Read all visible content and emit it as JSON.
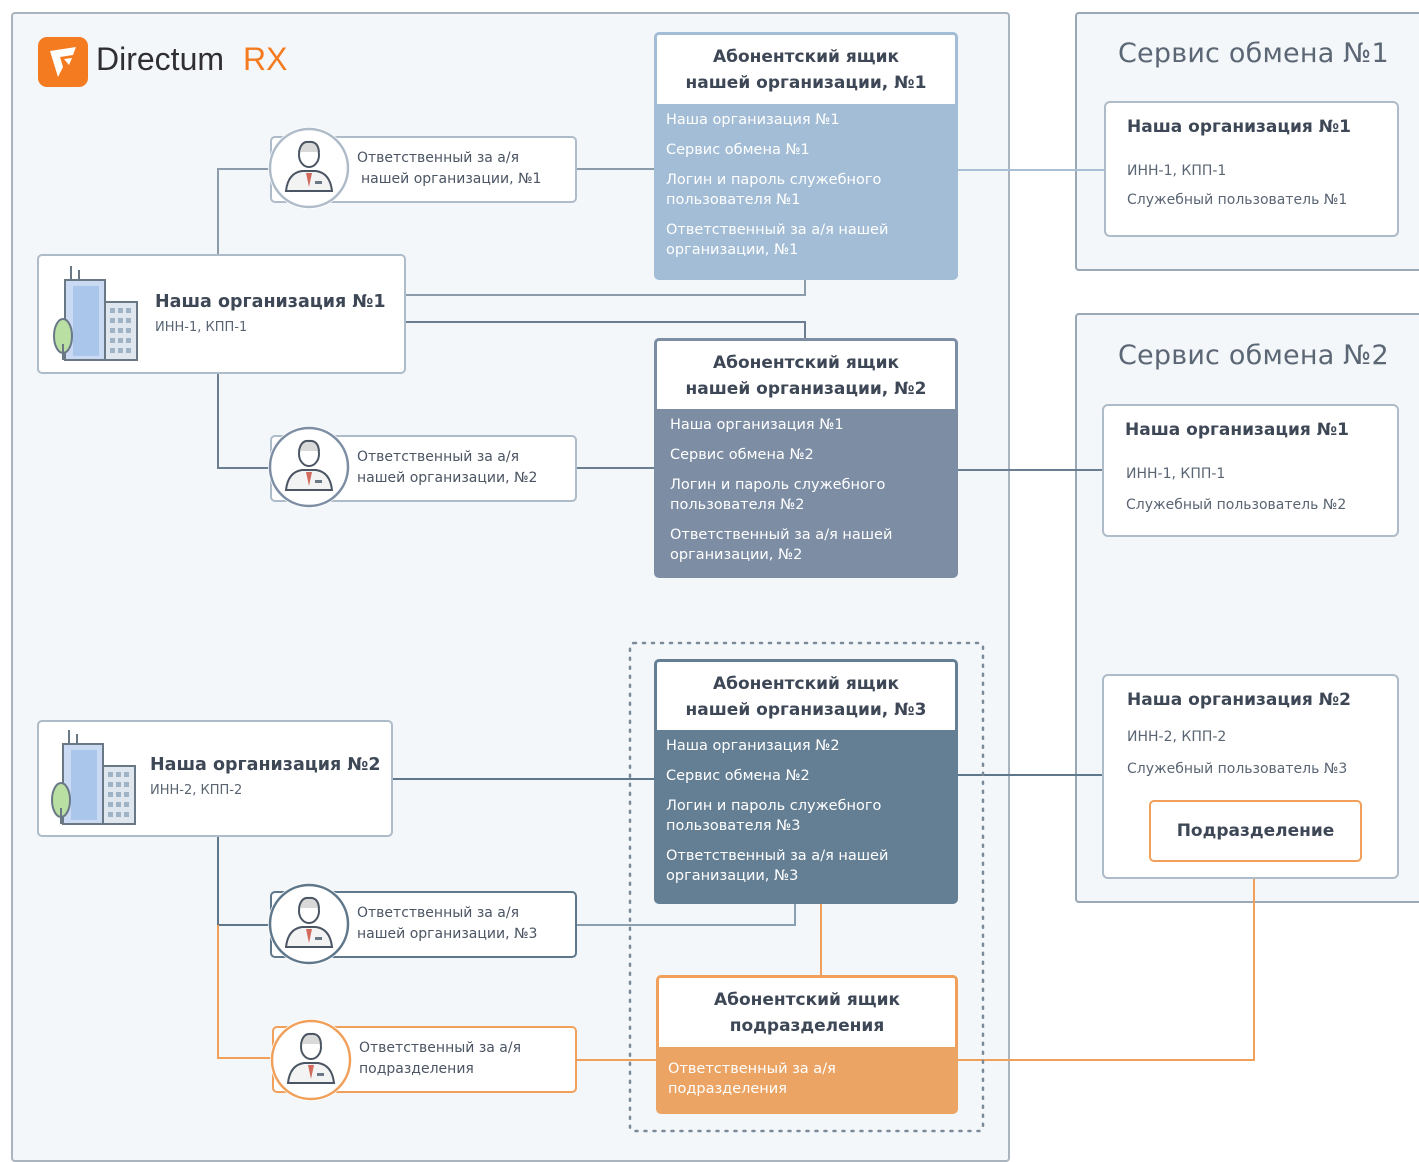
{
  "logo": {
    "brand": "Directum",
    "suffix": "RX"
  },
  "colors": {
    "box1": "#a3bdd6",
    "box2": "#7c8da4",
    "box3": "#647f94",
    "orange": "#f0a05a",
    "orange_fill": "#eca464",
    "line": "#6f8294"
  },
  "services": [
    {
      "title": "Сервис обмена №1",
      "cards": [
        {
          "title": "Наша организация №1",
          "lines": [
            "ИНН-1, КПП-1",
            "Служебный пользователь №1"
          ]
        }
      ]
    },
    {
      "title": "Сервис обмена №2",
      "cards": [
        {
          "title": "Наша организация №1",
          "lines": [
            "ИНН-1, КПП-1",
            "Служебный пользователь №2"
          ]
        },
        {
          "title": "Наша организация №2",
          "lines": [
            "ИНН-2, КПП-2",
            "Служебный пользователь №3"
          ],
          "dept": "Подразделение"
        }
      ]
    }
  ],
  "orgs": [
    {
      "name": "Наша организация №1",
      "code": "ИНН-1, КПП-1"
    },
    {
      "name": "Наша организация №2",
      "code": "ИНН-2, КПП-2"
    }
  ],
  "responsibles": [
    {
      "line1": "Ответственный за а/я",
      "line2": "нашей организации, №1"
    },
    {
      "line1": "Ответственный за а/я",
      "line2": "нашей организации, №2"
    },
    {
      "line1": "Ответственный за а/я",
      "line2": "нашей организации, №3"
    },
    {
      "line1": "Ответственный за а/я",
      "line2": "подразделения"
    }
  ],
  "boxes": [
    {
      "title1": "Абонентский ящик",
      "title2": "нашей организации, №1",
      "items": [
        "Наша организация №1",
        "Сервис обмена №1",
        "Логин и пароль служебного пользователя №1",
        "Ответственный за а/я нашей организации, №1"
      ]
    },
    {
      "title1": "Абонентский ящик",
      "title2": "нашей организации, №2",
      "items": [
        "Наша организация №1",
        "Сервис обмена №2",
        "Логин и пароль служебного пользователя №2",
        "Ответственный за а/я нашей организации, №2"
      ]
    },
    {
      "title1": "Абонентский ящик",
      "title2": "нашей организации, №3",
      "items": [
        "Наша организация №2",
        "Сервис обмена №2",
        "Логин и пароль служебного пользователя №3",
        "Ответственный за а/я нашей организации, №3"
      ]
    },
    {
      "title1": "Абонентский ящик",
      "title2": "подразделения",
      "items": [
        "Ответственный за а/я подразделения"
      ]
    }
  ]
}
